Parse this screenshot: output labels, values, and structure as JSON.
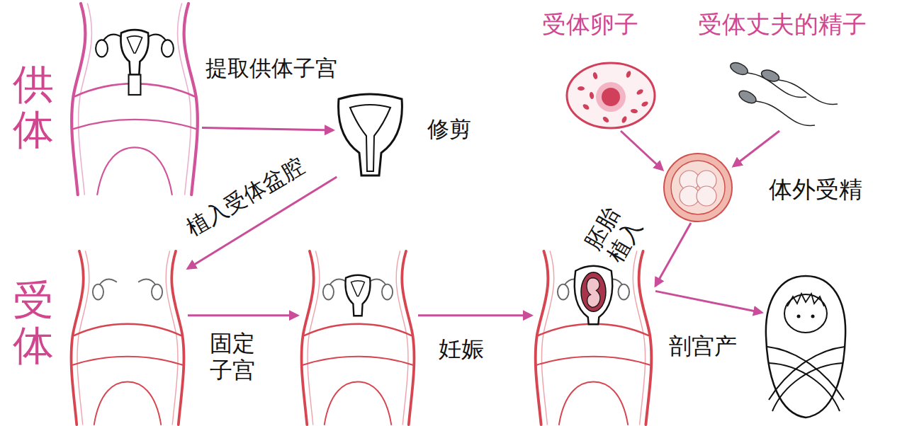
{
  "diagram": {
    "nodes": [
      {
        "text": [
          "供体",
          "提取供体子宫"
        ]
      },
      {
        "text": [
          "修剪"
        ]
      },
      {
        "text": [
          "受体卵子"
        ]
      },
      {
        "text": [
          "受体丈夫的精子"
        ]
      },
      {
        "text": [
          "体外受精"
        ]
      },
      {
        "text": [
          "受体"
        ]
      },
      {
        "text": []
      },
      {
        "text": []
      },
      {
        "text": []
      }
    ],
    "edges": [
      {
        "from": 0,
        "to": 1,
        "arrow": "to"
      },
      {
        "from": 1,
        "to": 5,
        "label": "植入受体盆腔",
        "arrow": "to"
      },
      {
        "from": 2,
        "to": 4,
        "arrow": "to"
      },
      {
        "from": 3,
        "to": 4,
        "arrow": "to"
      },
      {
        "from": 4,
        "to": 7,
        "label": "胚胎植入",
        "arrow": "to"
      },
      {
        "from": 5,
        "to": 6,
        "label": "固定子宫",
        "arrow": "to"
      },
      {
        "from": 6,
        "to": 7,
        "label": "妊娠",
        "arrow": "to"
      },
      {
        "from": 7,
        "to": 8,
        "label": "剖宫产",
        "arrow": "to"
      }
    ]
  }
}
